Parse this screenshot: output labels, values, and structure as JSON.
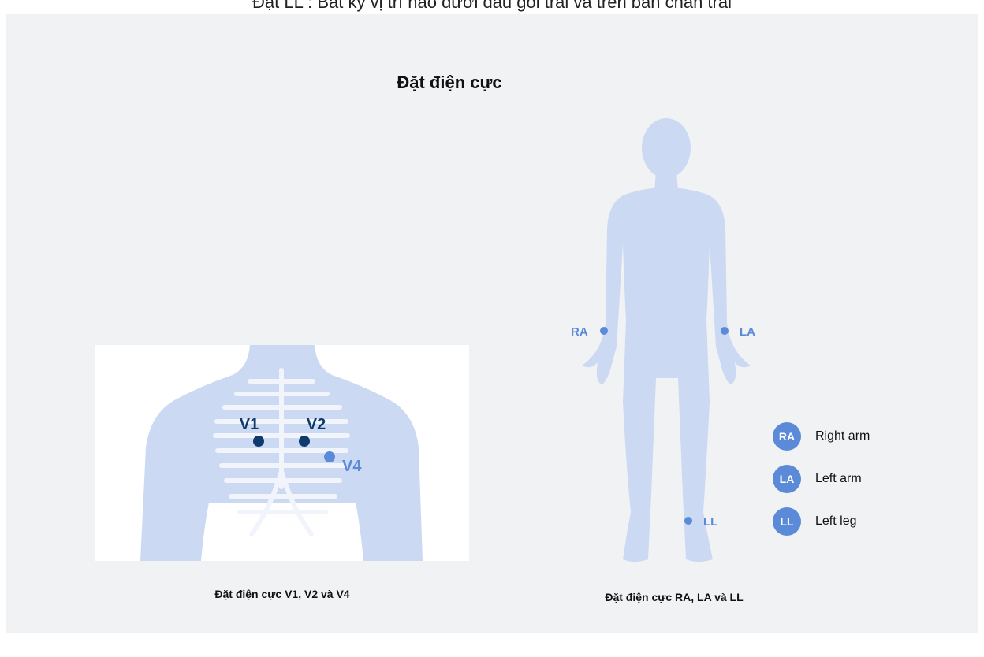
{
  "top_caption": "Đặt LL : Bất kỳ vị trí nào dưới đầu gối trái và trên bàn chân trái",
  "title": "Đặt điện cực",
  "chest": {
    "caption": "Đặt điện cực V1, V2 và V4",
    "labels": {
      "v1": "V1",
      "v2": "V2",
      "v4": "V4"
    }
  },
  "body": {
    "caption": "Đặt điện cực RA, LA và LL",
    "labels": {
      "ra": "RA",
      "la": "LA",
      "ll": "LL"
    }
  },
  "legend": [
    {
      "badge": "RA",
      "label": "Right arm"
    },
    {
      "badge": "LA",
      "label": "Left arm"
    },
    {
      "badge": "LL",
      "label": "Left leg"
    }
  ],
  "colors": {
    "panel_bg": "#f1f2f4",
    "body_fill": "#ccd9f3",
    "dark_electrode": "#0f3a6e",
    "light_electrode": "#5b8ad8"
  }
}
